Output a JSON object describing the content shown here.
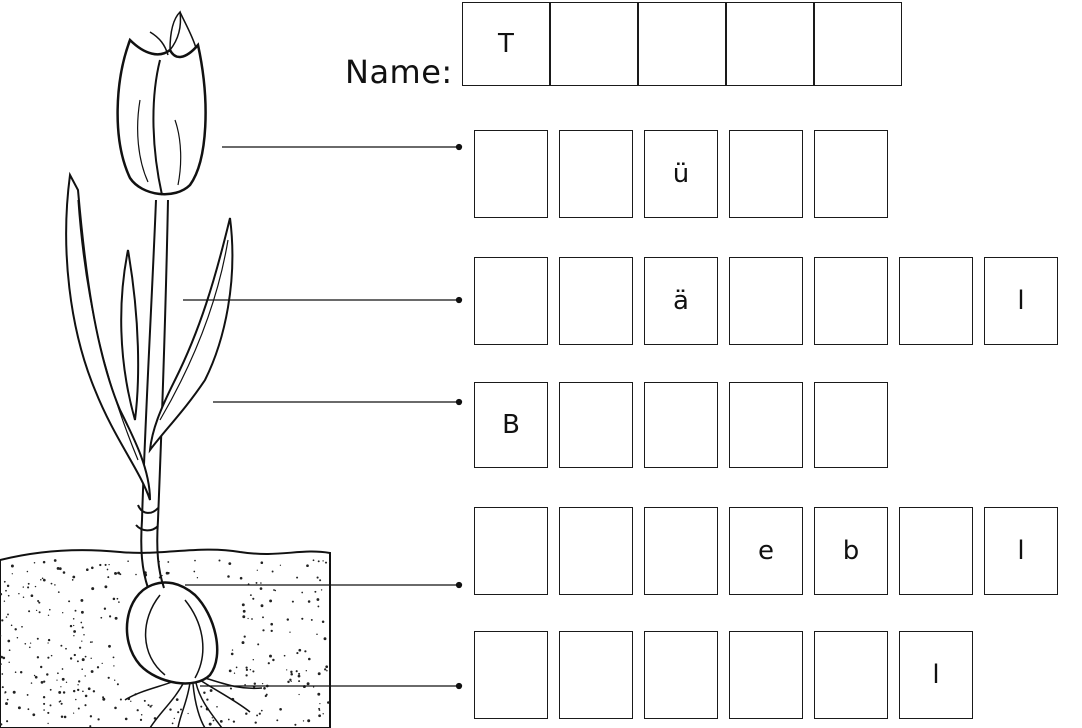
{
  "name_label": "Name:",
  "rows": [
    {
      "id": "name",
      "letters": [
        "T",
        "",
        "",
        "",
        ""
      ]
    },
    {
      "id": "bloom",
      "letters": [
        "",
        "",
        "ü",
        "",
        ""
      ]
    },
    {
      "id": "stem",
      "letters": [
        "",
        "",
        "ä",
        "",
        "",
        "",
        "l"
      ]
    },
    {
      "id": "leaf",
      "letters": [
        "B",
        "",
        "",
        "",
        ""
      ]
    },
    {
      "id": "bulb",
      "letters": [
        "",
        "",
        "",
        "e",
        "b",
        "",
        "l"
      ]
    },
    {
      "id": "root",
      "letters": [
        "",
        "",
        "",
        "",
        "",
        "l"
      ]
    }
  ]
}
